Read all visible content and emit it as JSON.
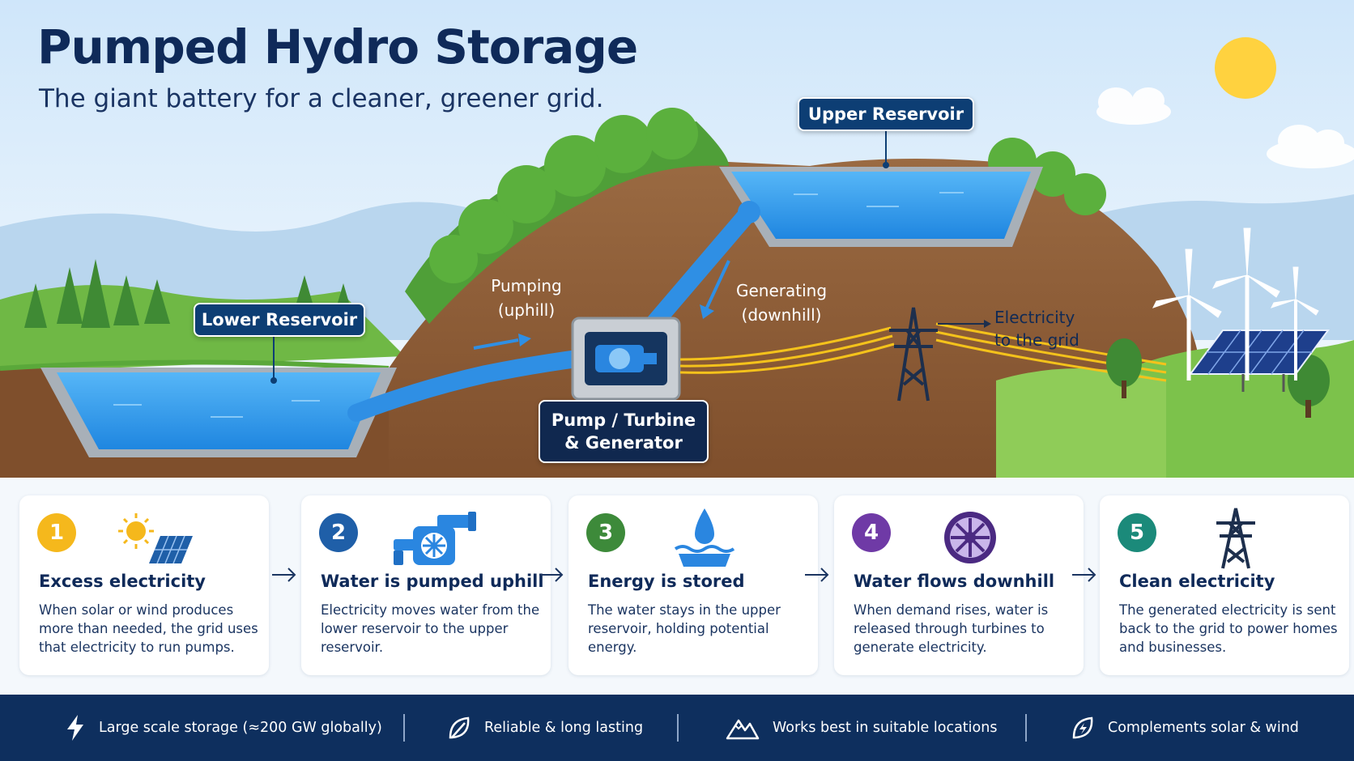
{
  "header": {
    "title": "Pumped Hydro Storage",
    "subtitle": "The giant battery for a cleaner, greener grid."
  },
  "diagram": {
    "upper_reservoir": "Upper Reservoir",
    "lower_reservoir": "Lower Reservoir",
    "pump_turbine_line1": "Pump / Turbine",
    "pump_turbine_line2": "& Generator",
    "pumping_line1": "Pumping",
    "pumping_line2": "(uphill)",
    "generating_line1": "Generating",
    "generating_line2": "(downhill)",
    "grid_line1": "Electricity",
    "grid_line2": "to the grid"
  },
  "steps": [
    {
      "number": "1",
      "title": "Excess electricity",
      "text": "When solar or wind produces more than needed, the grid uses that electricity to run pumps.",
      "color": "#f5b81c",
      "icon": "sun-solar-panel-icon"
    },
    {
      "number": "2",
      "title": "Water is pumped uphill",
      "text": "Electricity moves  water  from the lower reservoir to the upper reservoir.",
      "color": "#1f5fa8",
      "icon": "pump-icon"
    },
    {
      "number": "3",
      "title": "Energy is stored",
      "text": "The water stays in the upper reservoir, holding potential energy.",
      "color": "#3d8a3a",
      "icon": "water-drop-icon"
    },
    {
      "number": "4",
      "title": "Water flows downhill",
      "text": "When demand rises, water is released through turbines to generate electricity.",
      "color": "#6f3aa6",
      "icon": "turbine-icon"
    },
    {
      "number": "5",
      "title": "Clean electricity",
      "text": "The generated electricity is sent back to the grid to power homes and businesses.",
      "color": "#1b8a7a",
      "icon": "transmission-tower-icon"
    }
  ],
  "footer": [
    {
      "label": "Large scale storage (≈200 GW globally)",
      "icon": "lightning-icon"
    },
    {
      "label": "Reliable & long lasting",
      "icon": "leaf-icon"
    },
    {
      "label": "Works best in suitable locations",
      "icon": "mountain-icon"
    },
    {
      "label": "Complements solar & wind",
      "icon": "leaf-bolt-icon"
    }
  ],
  "colors": {
    "navy": "#0e2f5e",
    "water": "#3aa0f0",
    "earth": "#8c5a35",
    "grass": "#5aa83a"
  }
}
